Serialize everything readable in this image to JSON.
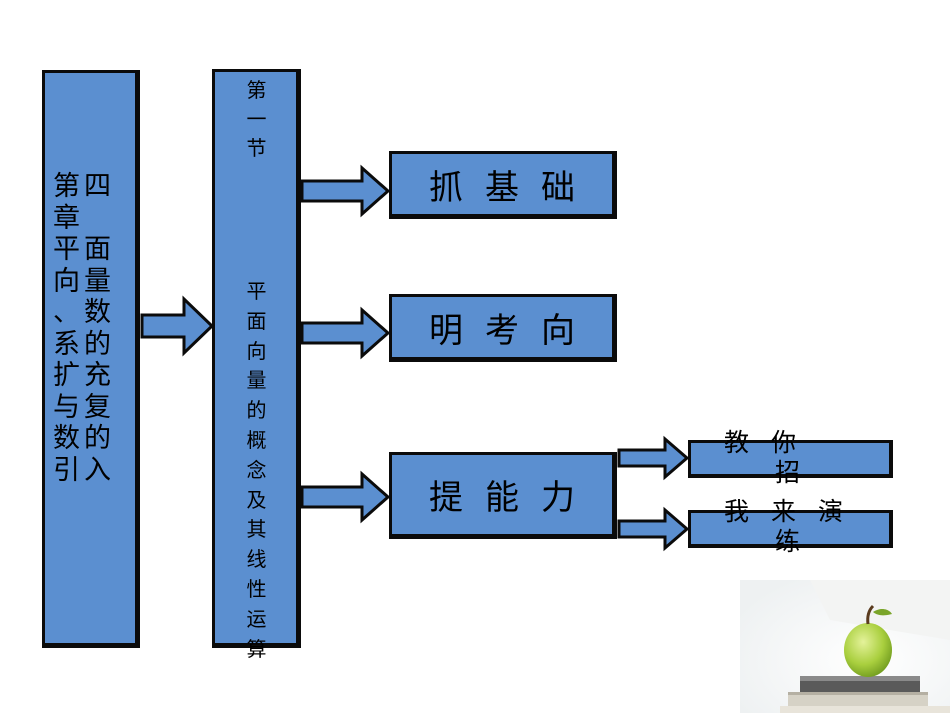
{
  "chapter": {
    "chars": [
      "第",
      "四",
      "章",
      "",
      "平",
      "面",
      "向",
      "量",
      "、",
      "数",
      "系",
      "的",
      "扩",
      "充",
      "与",
      "复",
      "数",
      "的",
      "引",
      "入"
    ]
  },
  "section": {
    "label_chars": [
      "第",
      "一",
      "节"
    ],
    "title_chars": [
      "平",
      "面",
      "向",
      "量",
      "的",
      "概",
      "念",
      "及",
      "其",
      "线",
      "性",
      "运",
      "算"
    ]
  },
  "boxes": {
    "jichu": "抓基础",
    "kaoxiang": "明考向",
    "nengli": "提能力"
  },
  "sub_boxes": {
    "jiao_line1": "教你",
    "jiao_line2": "招",
    "lian_line1": "我来演",
    "lian_line2": "练"
  },
  "colors": {
    "box_fill": "#5b8fd0",
    "border": "#0b0b0b",
    "apple": "#9bc93a"
  },
  "icons": [
    "arrow-right-icon",
    "apple-icon",
    "books-icon"
  ]
}
